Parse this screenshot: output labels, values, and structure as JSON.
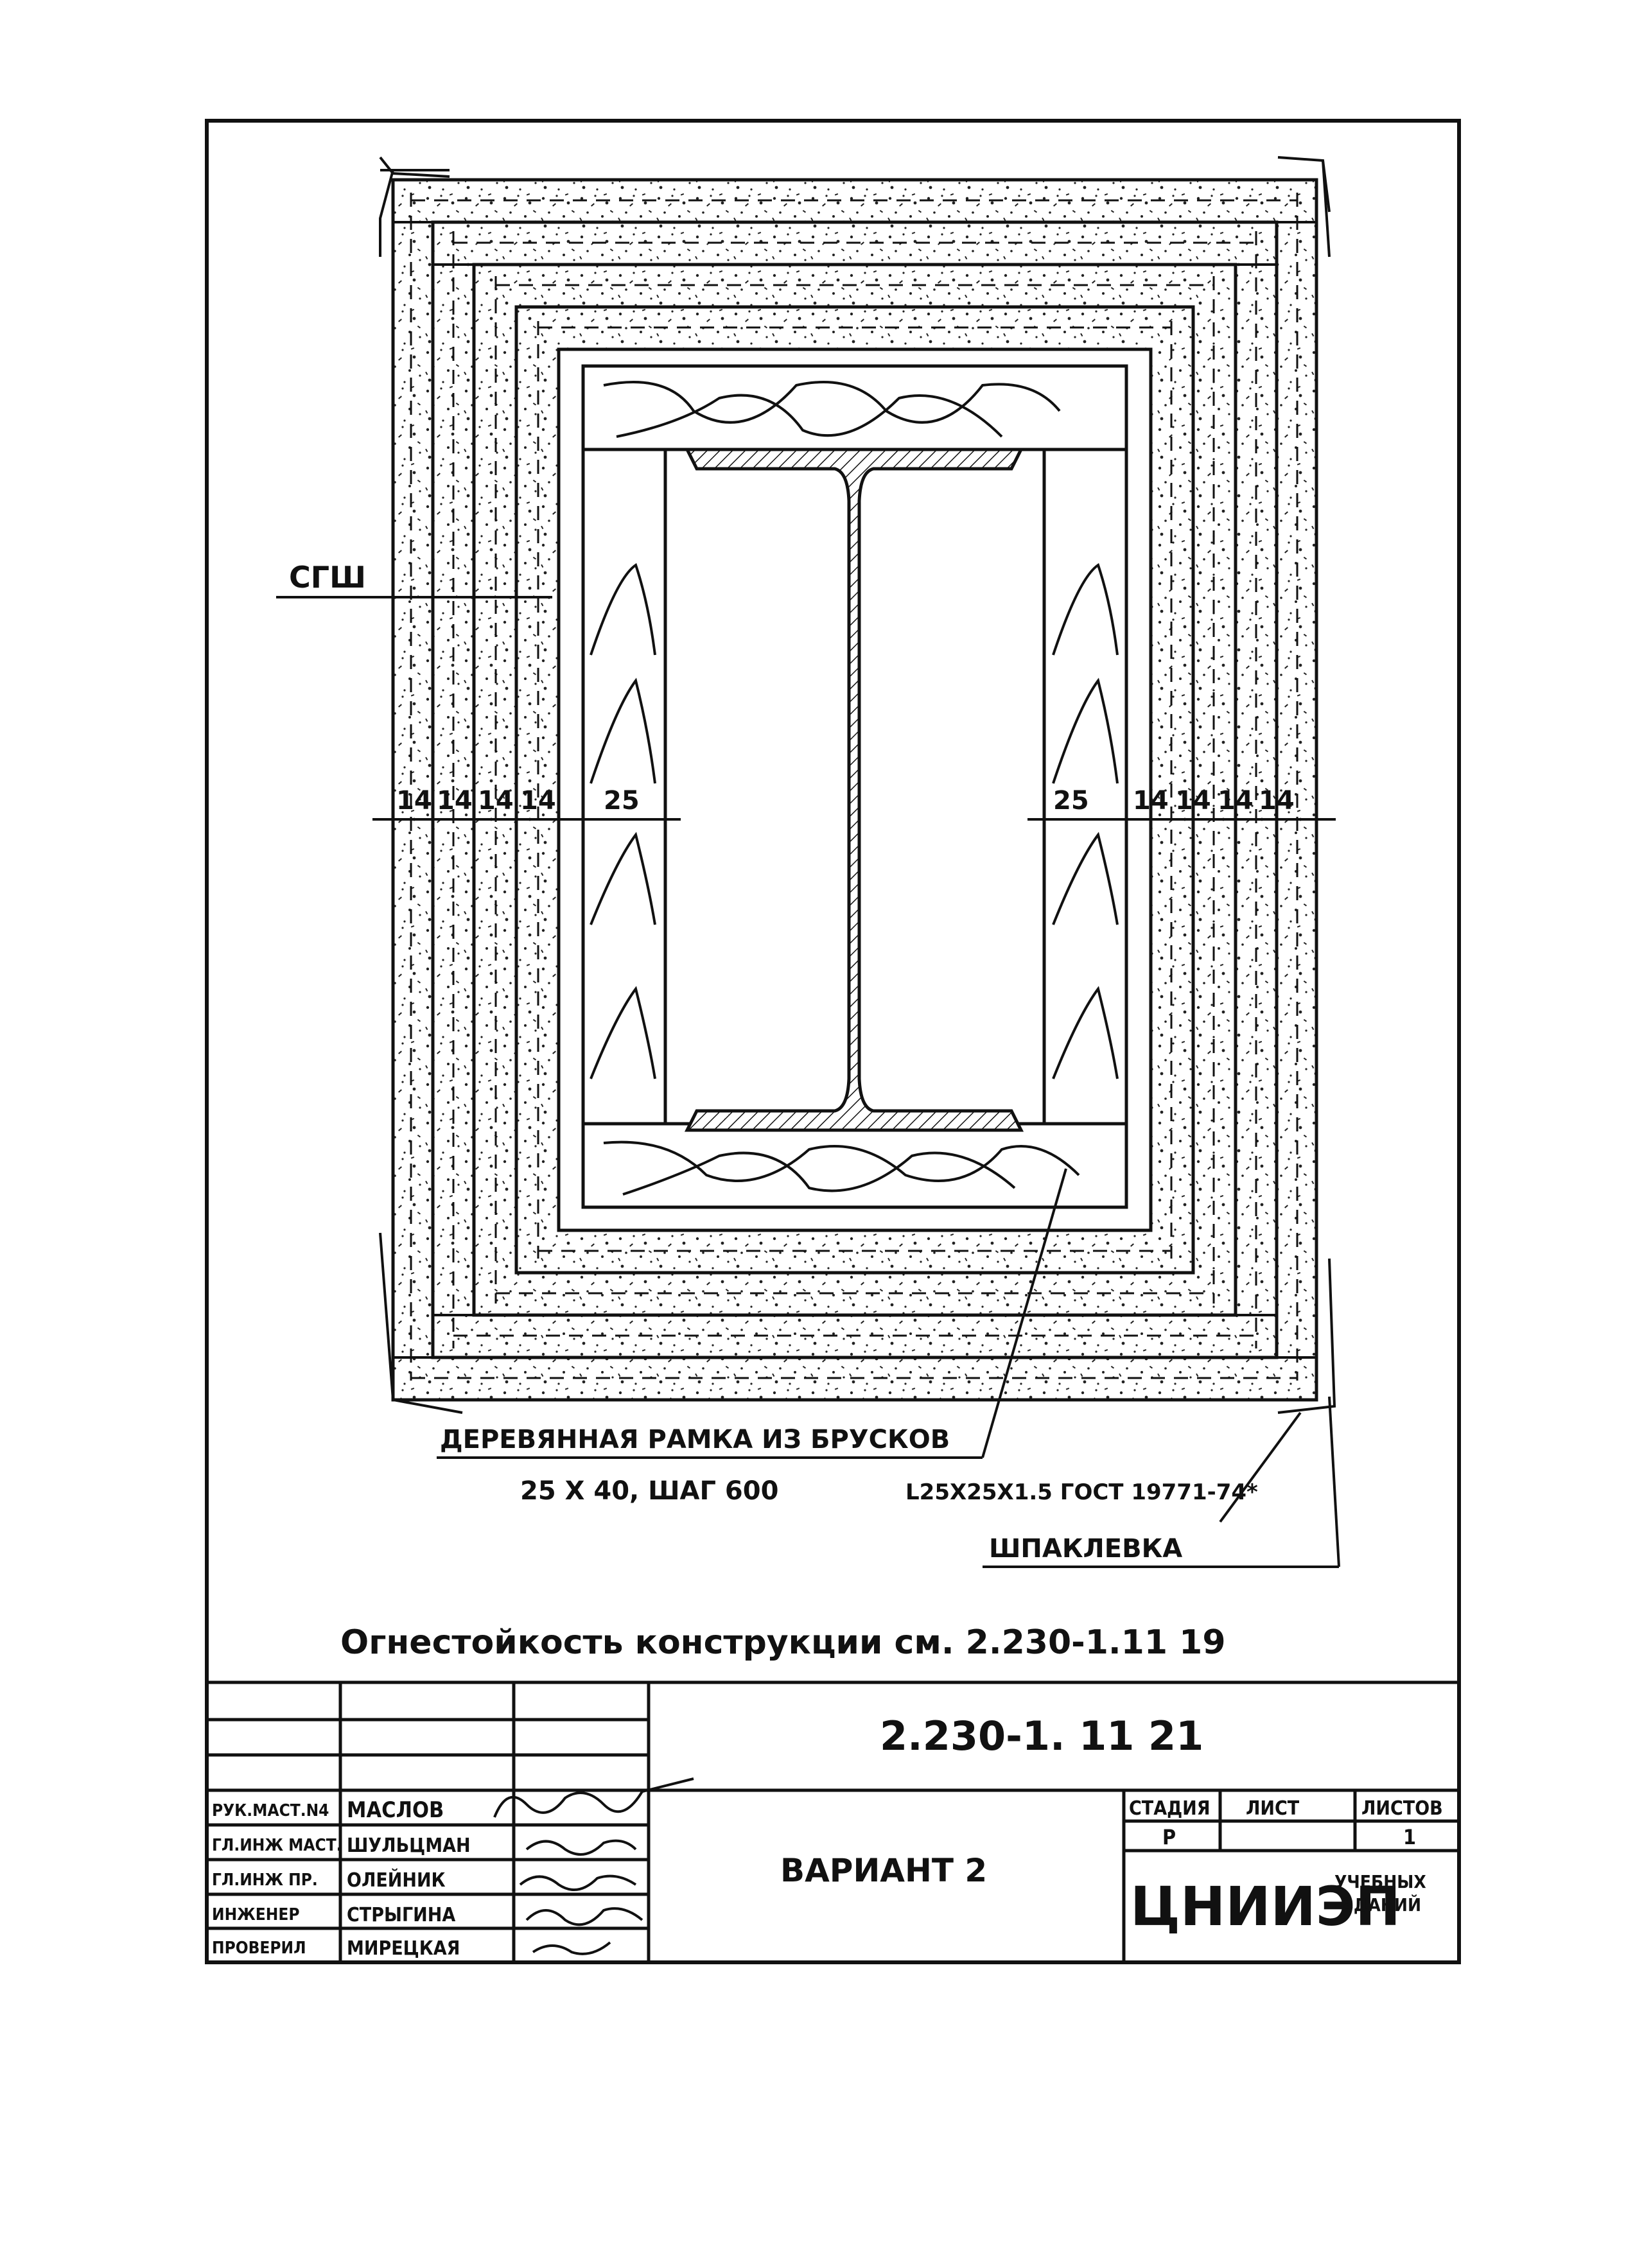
{
  "drawing": {
    "label_sgsh": "СГШ",
    "dims_left": [
      "14",
      "14",
      "14",
      "14",
      "25"
    ],
    "dims_right": [
      "25",
      "14",
      "14",
      "14",
      "14"
    ],
    "frame_label_line1": "ДЕРЕВЯННАЯ РАМКА ИЗ БРУСКОВ",
    "frame_label_line2": "25 Х 40, ШАГ 600",
    "angle_label": "L25Х25Х1.5 ГОСТ 19771-74*",
    "putty_label": "ШПАКЛЕВКА",
    "fire_resistance_note": "Огнестойкость конструкции см. 2.230-1.11 19"
  },
  "title_block": {
    "doc_number": "2.230-1. 11 21",
    "title": "ВАРИАНТ 2",
    "roles": [
      "РУК.МАСТ.N4",
      "ГЛ.ИНЖ МАСТ.",
      "ГЛ.ИНЖ ПР.",
      "ИНЖЕНЕР",
      "ПРОВЕРИЛ"
    ],
    "names": [
      "МАСЛОВ",
      "ШУЛЬЦМАН",
      "ОЛЕЙНИК",
      "СТРЫГИНА",
      "МИРЕЦКАЯ"
    ],
    "stage_header": "СТАДИЯ",
    "sheet_header": "ЛИСТ",
    "sheets_header": "ЛИСТОВ",
    "stage_value": "Р",
    "sheet_value": "",
    "sheets_value": "1",
    "org_name": "ЦНИИЭП",
    "org_sub_line1": "УЧЕБНЫХ",
    "org_sub_line2": "ЗДАНИЙ"
  }
}
